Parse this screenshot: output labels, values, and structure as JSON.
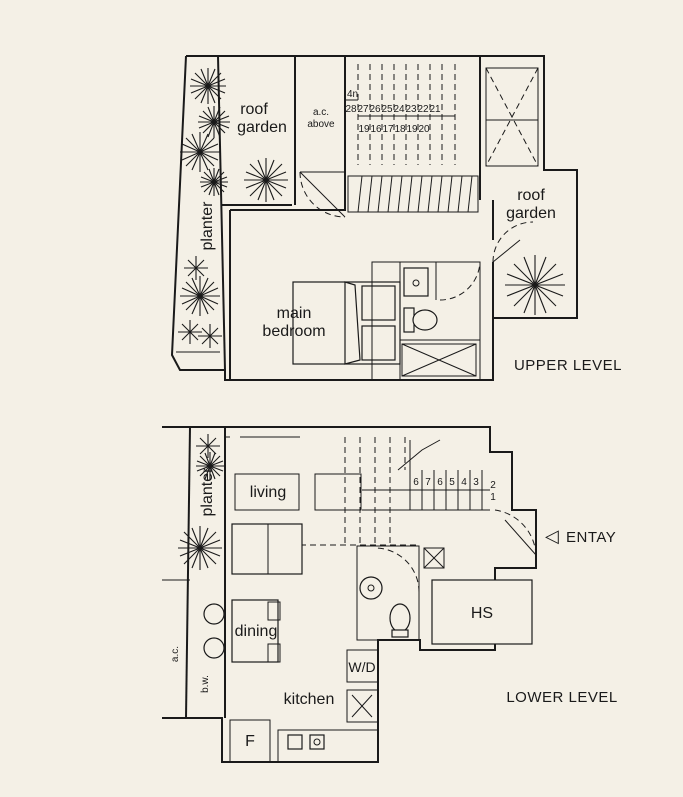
{
  "upper": {
    "title": "UPPER LEVEL",
    "roof_garden_left": [
      "roof",
      "garden"
    ],
    "roof_garden_right": [
      "roof",
      "garden"
    ],
    "ac_above": [
      "a.c.",
      "above"
    ],
    "planter": "planter",
    "main_bedroom": [
      "main",
      "bedroom"
    ],
    "stair_top_label": "4n",
    "stair_top_row": [
      "28",
      "27",
      "26",
      "25",
      "24",
      "23",
      "22",
      "21"
    ],
    "stair_bottom_row": [
      "19",
      "16",
      "17",
      "18",
      "19",
      "20"
    ]
  },
  "lower": {
    "title": "LOWER LEVEL",
    "living": "living",
    "dining": "dining",
    "kitchen": "kitchen",
    "planter": "planter",
    "hs": "HS",
    "wd": "W/D",
    "fridge": "F",
    "ac": "a.c.",
    "bw": "b.w.",
    "entry": "ENTAY",
    "entry_arrow": "◁",
    "stair_numbers": [
      "6",
      "7",
      "6",
      "5",
      "4",
      "3",
      "2",
      "1"
    ]
  }
}
